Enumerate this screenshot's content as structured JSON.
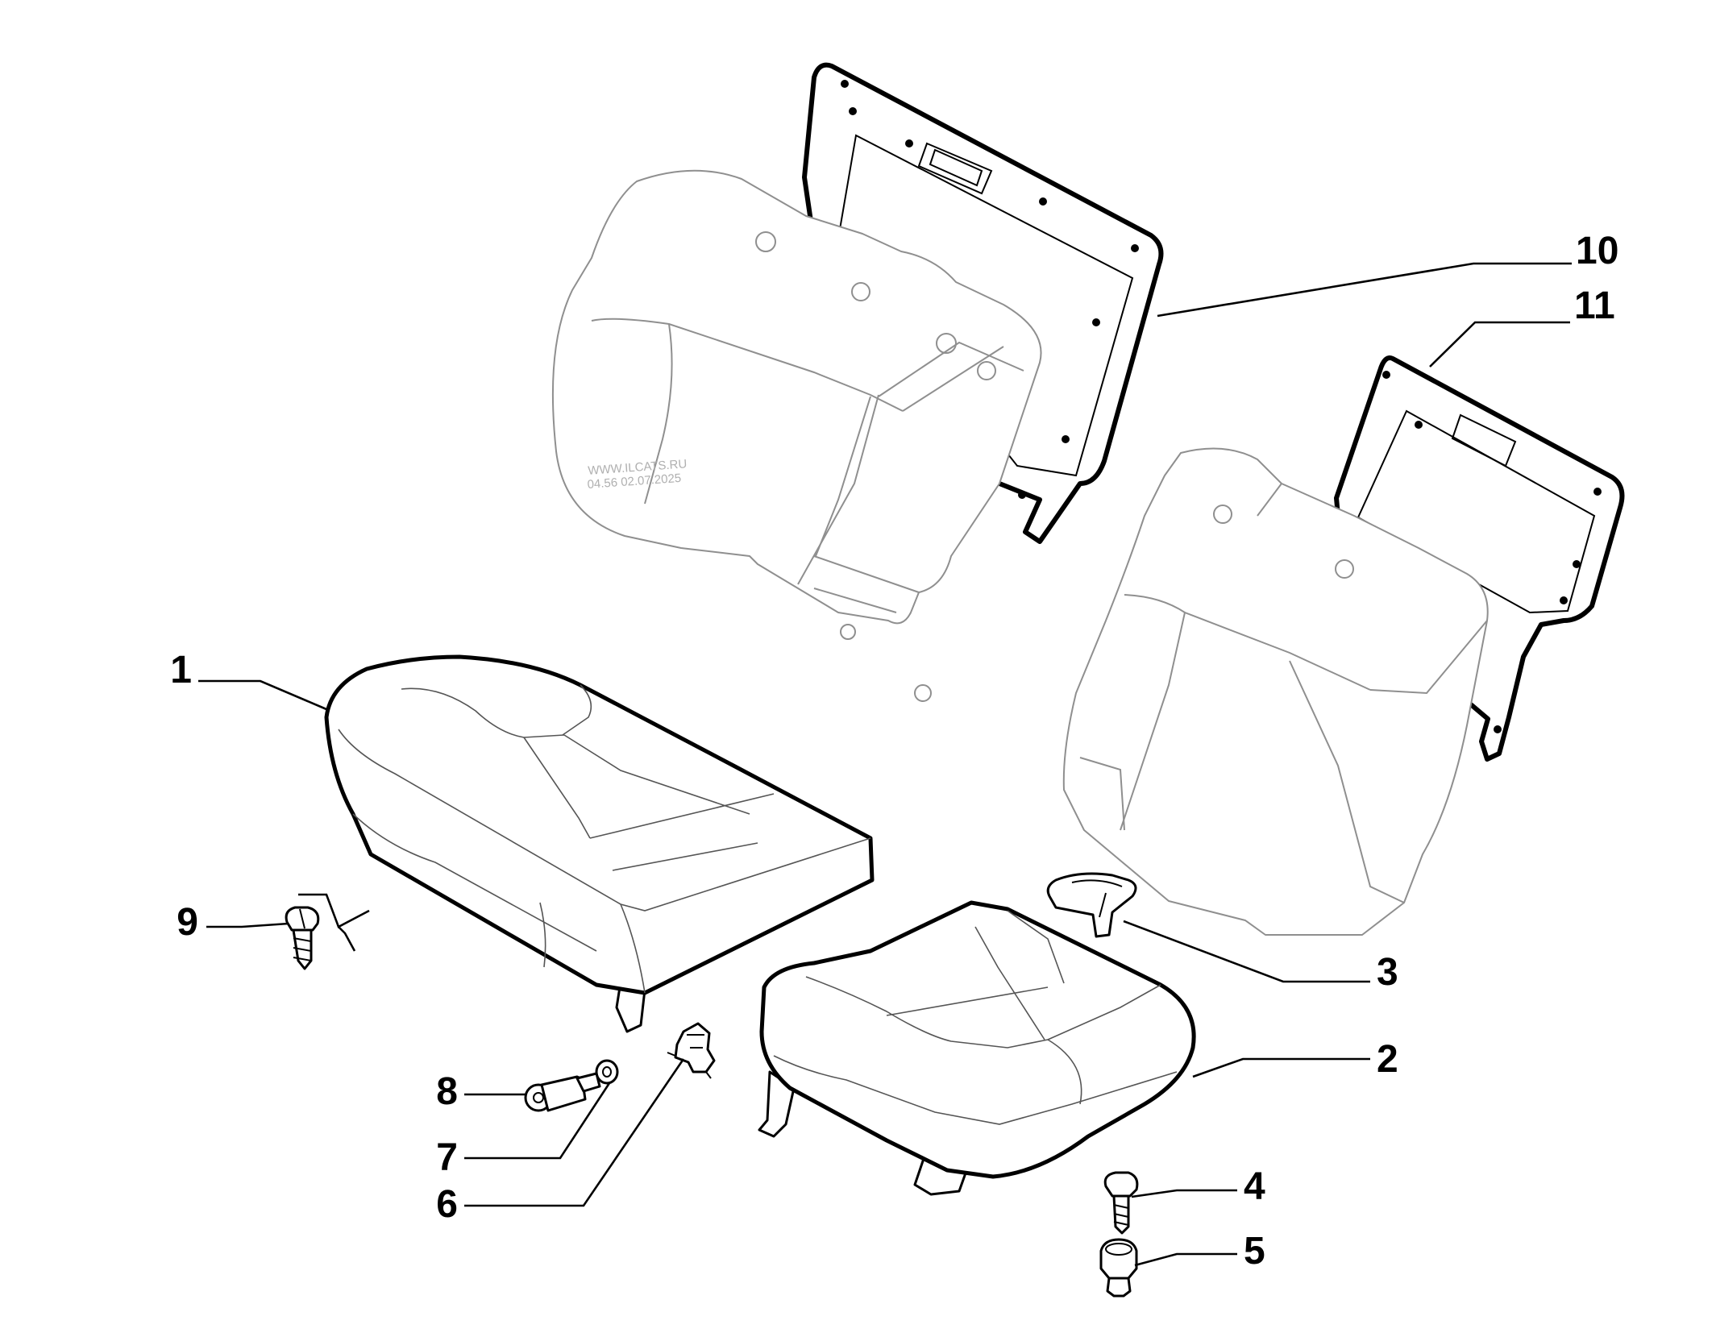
{
  "watermark": {
    "line1": "WWW.ILCATS.RU",
    "line2": "04.56 02.07.2025"
  },
  "callouts": [
    {
      "id": "1",
      "label": "1"
    },
    {
      "id": "2",
      "label": "2"
    },
    {
      "id": "3",
      "label": "3"
    },
    {
      "id": "4",
      "label": "4"
    },
    {
      "id": "5",
      "label": "5"
    },
    {
      "id": "6",
      "label": "6"
    },
    {
      "id": "7",
      "label": "7"
    },
    {
      "id": "8",
      "label": "8"
    },
    {
      "id": "9",
      "label": "9"
    },
    {
      "id": "10",
      "label": "10"
    },
    {
      "id": "11",
      "label": "11"
    }
  ]
}
